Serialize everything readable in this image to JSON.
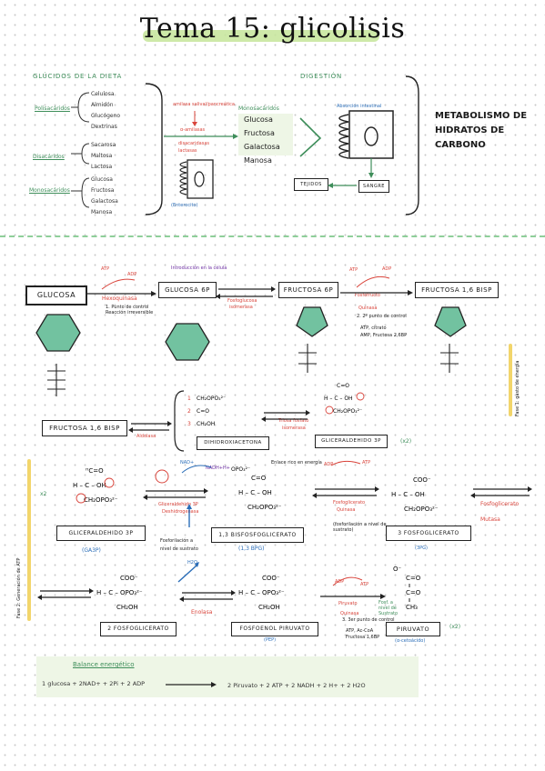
{
  "title": "Tema 15: glicolisis",
  "section1": {
    "header_left": "GLÚCIDOS DE LA DIETA",
    "header_right": "DIGESTIÓN",
    "groups": [
      {
        "label": "Polisacáridos",
        "items": [
          "Celulosa",
          "Almidón",
          "Glucógeno",
          "Dextrinas"
        ]
      },
      {
        "label": "Disacáridos",
        "items": [
          "Sacarosa",
          "Maltosa",
          "Lactosa"
        ]
      },
      {
        "label": "Monosacáridos",
        "items": [
          "Glucosa",
          "Fructosa",
          "Galactosa",
          "Manosa"
        ]
      }
    ],
    "enzymes": [
      "amilasa salival/pancreática",
      "α-amilasas",
      "disacaridasas",
      "lactasas"
    ],
    "monosac_header": "Monosacáridos",
    "monosacs": [
      "Glucosa",
      "Fructosa",
      "Galactosa",
      "Manosa"
    ],
    "enterocyte_label": "(Enterocito)",
    "absorption_label": "Absorción intestinal",
    "tejidos": "TEJIDOS",
    "sangre": "SANGRE",
    "metabolism": [
      "METABOLISMO DE",
      "HIDRATOS DE",
      "CARBONO"
    ]
  },
  "glycolysis": {
    "glucosa": "GLUCOSA",
    "atp": "ATP",
    "adp": "ADP",
    "hexoquinasa": "Hexoquinasa",
    "hexo_note1": "1. Punto de control",
    "hexo_note2": "Reacción irreversible",
    "trap_note": "Introducción en la célula",
    "glucosa6p": "GLUCOSA 6P",
    "isomerasa1": "Fosfoglucosa",
    "isomerasa2": "isomerasa",
    "fructosa6p": "FRUCTOSA 6P",
    "pfk": "Fosfofructo",
    "pfk2": "Quinasa",
    "pfk_note": "2. 2º punto de control",
    "pfk_reg1": "ATP, citrato",
    "pfk_reg2": "AMP, Fructosa 2,6BP",
    "fructosa16": "FRUCTOSA 1,6 BISP",
    "fructosa16b": "FRUCTOSA 1,6 BISP",
    "aldolasa": "Aldolasa",
    "dhap": "DIHIDROXIACETONA",
    "tpi1": "Triosa fosfato",
    "tpi2": "isomerasa",
    "g3p": "GLICERALDEHIDO 3P",
    "x2": "(x2)",
    "phase1": "Fase 1: gasto de energía",
    "phase2": "Fase 2: Generación de ATP",
    "x2_left": "x2",
    "g3p_b": "GLICERALDEHIDO 3P",
    "ga3p": "(GA3P)",
    "nad": "NAD+",
    "nadh": "NADH+H+",
    "rich_bond": "Enlace rico en energía",
    "g3pdh1": "Gliceraldehido 3P",
    "g3pdh2": "Deshidrogenasa",
    "phosphorylation1": "Fosforilación a",
    "phosphorylation2": "nivel de sustrato",
    "bpg": "1,3 BISFOSFOGLICERATO",
    "bpg_abbr": "(1,3 BPG)",
    "pgk1": "Fosfoglicerato",
    "pgk2": "Quinasa",
    "pgk_note": "(fosforilación a nivel de sustrato)",
    "pg3": "3 FOSFOGLICERATO",
    "pg3_abbr": "(3PG)",
    "mutasa1": "Fosfoglicerato",
    "mutasa2": "Mutasa",
    "pg2": "2 FOSFOGLICERATO",
    "h2o": "H2O",
    "enolasa": "Enolasa",
    "pep": "FOSFOENOL PIRUVATO",
    "pep_abbr": "(PEP)",
    "pk1": "Piruvato",
    "pk2": "Quinasa",
    "pk_note": "3. 3er punto de control",
    "pk_reg1": "ATP, Ac-CoA",
    "pk_reg2": "Fructosa 1,6BP",
    "pk_fos1": "Fosf. a",
    "pk_fos2": "nivel de",
    "pk_fos3": "Sustrato",
    "piruvato": "PIRUVATO",
    "piruvato_abbr": "(α-cetoácido)",
    "x2_end": "(x2)"
  },
  "balance": {
    "title": "Balance energético",
    "left": "1 glucosa + 2NAD+ + 2Pi + 2 ADP",
    "right": "2 Piruvato + 2 ATP + 2 NADH + 2 H+ + 2 H2O"
  },
  "colors": {
    "accent_green": "#c6e59a",
    "hex_green": "#72c2a0",
    "red": "#d9443b",
    "yellow": "#f2d56b"
  }
}
